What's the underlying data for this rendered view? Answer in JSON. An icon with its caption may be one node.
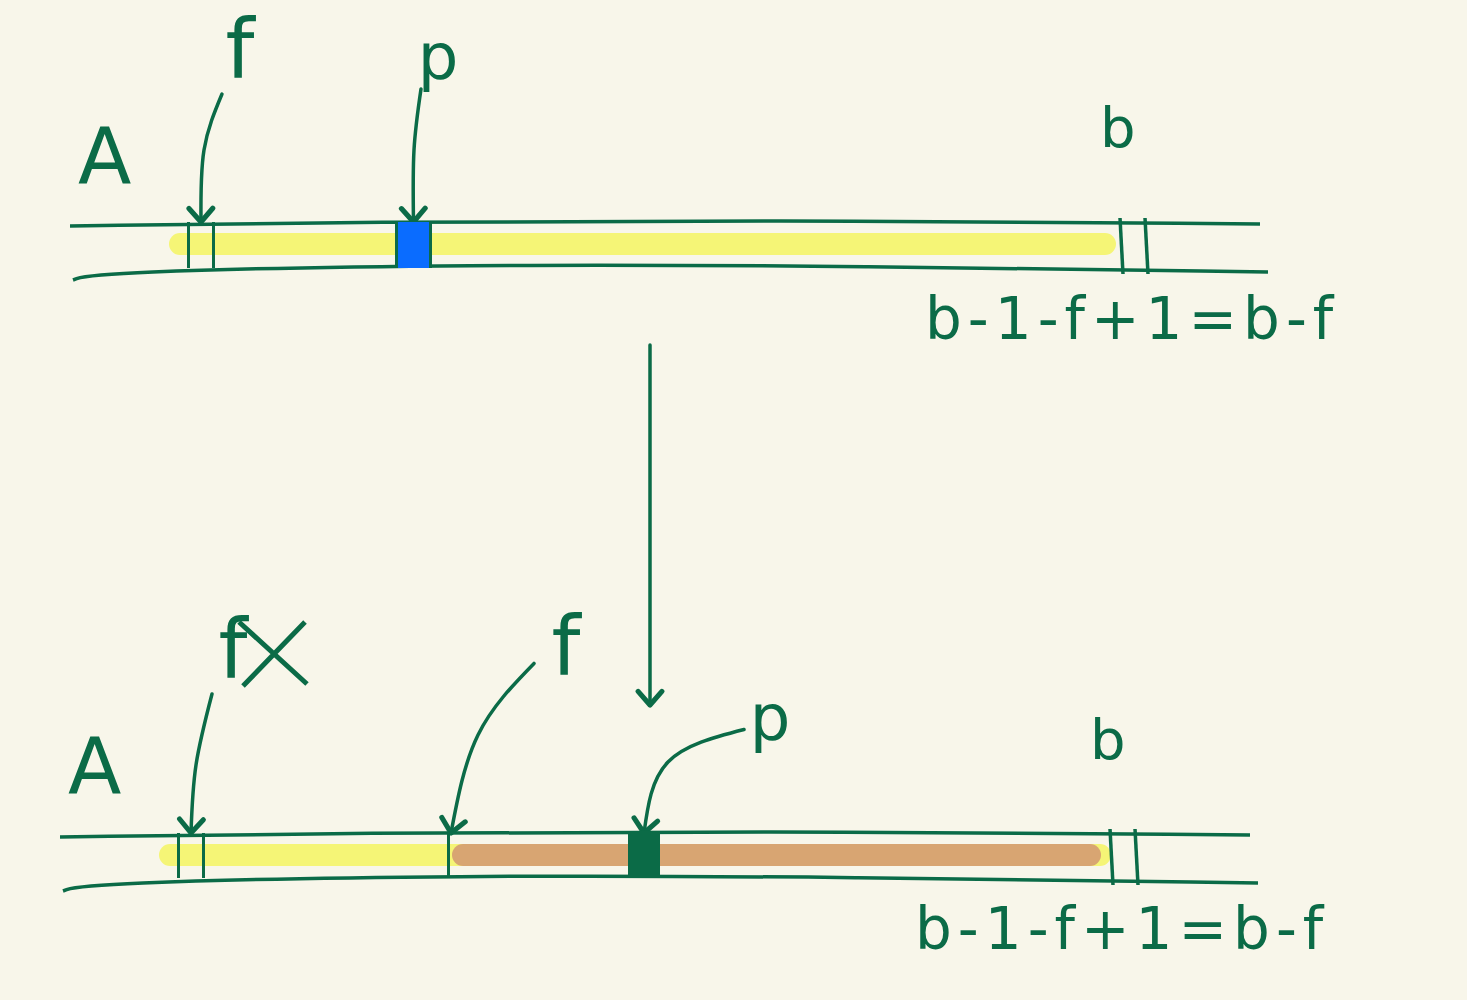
{
  "diagram": {
    "nodes": [
      {
        "text": [
          "A"
        ],
        "beside": [
          "b",
          "b-1-f+1=b-f"
        ]
      },
      {
        "text": [
          "f"
        ]
      },
      {
        "text": [],
        "shape": "bar",
        "in": 0
      },
      {
        "text": [
          "p"
        ]
      },
      {
        "text": [],
        "shape": "bar",
        "in": 0
      },
      {
        "text": [
          "A"
        ],
        "beside": [
          "b",
          "b-1-f+1=b-f"
        ]
      },
      {
        "text": [
          "f"
        ]
      },
      {
        "text": [],
        "shape": "bar",
        "in": 5
      },
      {
        "text": [
          "f"
        ]
      },
      {
        "text": [],
        "shape": "bar",
        "in": 5
      },
      {
        "text": [
          "p"
        ]
      },
      {
        "text": [],
        "shape": "bar",
        "in": 5
      }
    ],
    "edges": [
      {
        "from": 1,
        "to": 2,
        "arrow": "to"
      },
      {
        "from": 3,
        "to": 4,
        "arrow": "to"
      },
      {
        "from": 0,
        "to": 5,
        "arrow": "to"
      },
      {
        "from": 6,
        "to": 7,
        "arrow": "to"
      },
      {
        "from": 8,
        "to": 9,
        "arrow": "to"
      },
      {
        "from": 10,
        "to": 11,
        "arrow": "to"
      }
    ]
  }
}
